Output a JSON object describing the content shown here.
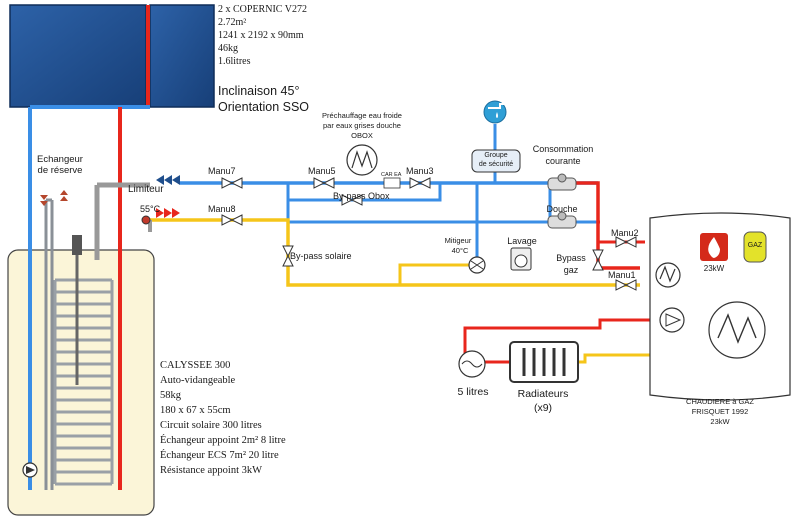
{
  "panels": {
    "model": "2 x COPERNIC V272",
    "area": "2.72m²",
    "dimensions": "1241 x 2192 x 90mm",
    "weight": "46kg",
    "volume": "1.6litres",
    "tilt": "Inclinaison 45°",
    "orientation": "Orientation SSO"
  },
  "tank": {
    "model": "CALYSSEE 300",
    "type": "Auto-vidangeable",
    "weight": "58kg",
    "dimensions": "180 x 67 x 55cm",
    "solar_circuit": "Circuit solaire 300 litres",
    "exchanger_2": "Échangeur appoint 2m² 8 litre",
    "exchanger_ecs": "Échangeur ECS 7m² 20 litre",
    "resistance": "Résistance appoint 3kW",
    "reserve_exchanger": "Echangeur de réserve"
  },
  "limiter": {
    "label": "Limiteur",
    "temp": "55°C"
  },
  "valves": {
    "manu7": "Manu7",
    "manu8": "Manu8",
    "manu5": "Manu5",
    "manu3": "Manu3",
    "manu2": "Manu2",
    "manu1": "Manu1",
    "car_ea": "CAR EA"
  },
  "obox": {
    "caption": [
      "Préchauffage eau froide",
      "par eaux grises douche",
      "OBOX"
    ],
    "bypass": "By-pass Obox"
  },
  "bypass_solaire": "By-pass solaire",
  "securite": [
    "Groupe",
    "de sécurité"
  ],
  "consommation": [
    "Consommation",
    "courante"
  ],
  "douche": "Douche",
  "mitigeur": {
    "label": "Mitigeur",
    "temp": "40°C"
  },
  "lavage": "Lavage",
  "bypass_gaz": [
    "Bypass",
    "gaz"
  ],
  "boiler": {
    "power_label": "23kW",
    "gas_label": "GAZ",
    "caption": [
      "CHAUDIERE à GAZ",
      "FRISQUET 1992",
      "23kW"
    ]
  },
  "expansion": "5 litres",
  "radiators": [
    "Radiateurs",
    "(x9)"
  ],
  "colors": {
    "cold": "#3a8ee6",
    "hot": "#e8261c",
    "warm": "#f5c51a",
    "panel": "#1f4e8c",
    "tank": "#fbf5d8"
  }
}
